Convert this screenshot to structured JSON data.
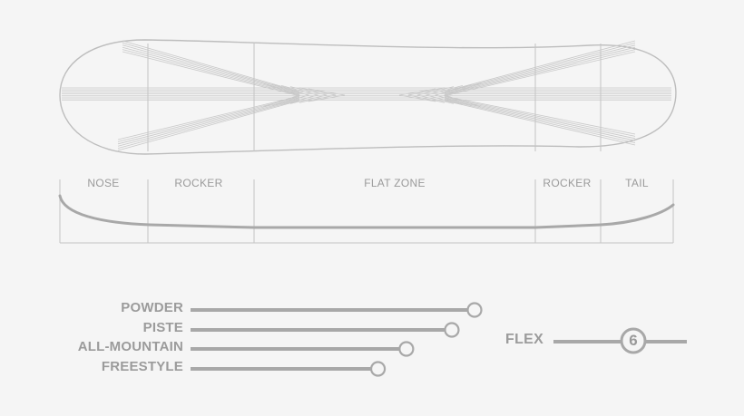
{
  "zones": [
    {
      "id": "nose",
      "label": "NOSE"
    },
    {
      "id": "rocker-front",
      "label": "ROCKER"
    },
    {
      "id": "flat",
      "label": "FLAT ZONE"
    },
    {
      "id": "rocker-back",
      "label": "ROCKER"
    },
    {
      "id": "tail",
      "label": "TAIL"
    }
  ],
  "ratings": [
    {
      "label": "POWDER",
      "level": 1.0
    },
    {
      "label": "PISTE",
      "level": 0.92
    },
    {
      "label": "ALL-MOUNTAIN",
      "level": 0.76
    },
    {
      "label": "FREESTYLE",
      "level": 0.66
    }
  ],
  "flex": {
    "label": "FLEX",
    "value": "6"
  },
  "colors": {
    "background": "#f5f5f5",
    "outline": "#b8b8b8",
    "text": "#9b9b9b",
    "bar": "#a8a8a8"
  }
}
